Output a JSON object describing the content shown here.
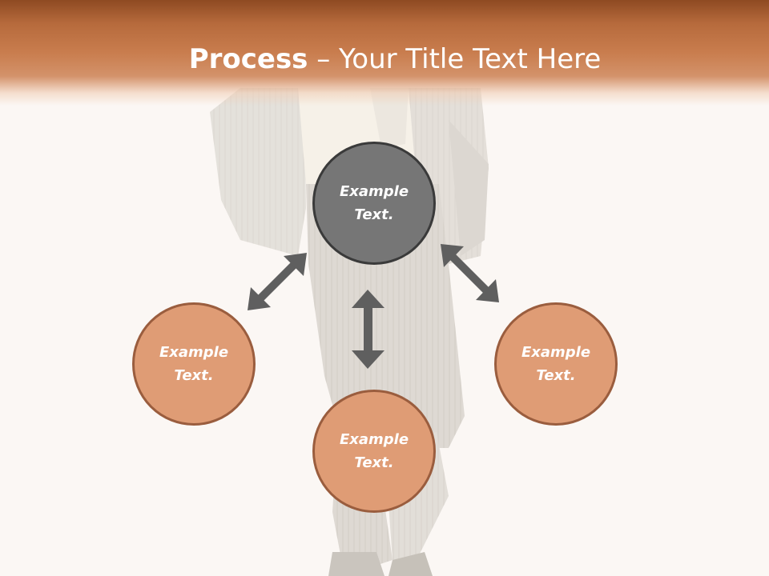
{
  "slide": {
    "title_bold": "Process",
    "title_rest": " – Your Title Text Here"
  },
  "process": {
    "top": {
      "label": "Example\nText."
    },
    "left": {
      "label": "Example\nText."
    },
    "bottom": {
      "label": "Example\nText."
    },
    "right": {
      "label": "Example\nText."
    }
  },
  "colors": {
    "title_bar": "#c97d4e",
    "title_bar_dark": "#8e4a22",
    "circle_dark_fill": "#767676",
    "circle_dark_border": "#3a3a3a",
    "circle_orange_fill": "#df9c75",
    "circle_orange_border": "#9a5d3e",
    "arrow": "#5f5f5f",
    "background": "#fbf7f4"
  },
  "icons": {
    "arrow_up_left": "double-arrow-diagonal-icon",
    "arrow_up_right": "double-arrow-diagonal-icon",
    "arrow_vertical": "double-arrow-vertical-icon"
  }
}
